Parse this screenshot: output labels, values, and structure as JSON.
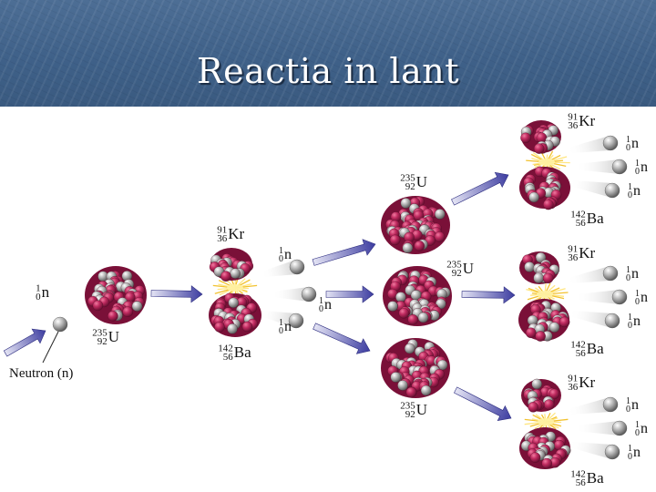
{
  "slide": {
    "title": "Reactia in lant"
  },
  "labels": {
    "neutron_caption": "Neutron (n)",
    "uranium": {
      "mass": "235",
      "atomic": "92",
      "symbol": "U"
    },
    "krypton": {
      "mass": "91",
      "atomic": "36",
      "symbol": "Kr"
    },
    "barium": {
      "mass": "142",
      "atomic": "56",
      "symbol": "Ba"
    },
    "neutron": {
      "mass": "1",
      "atomic": "0",
      "symbol": "n"
    }
  },
  "colors": {
    "header": "#3f6189",
    "nucleus_red": "#b0245a",
    "nucleus_grey": "#9a9a9a",
    "arrow": "#4a4aa8"
  }
}
